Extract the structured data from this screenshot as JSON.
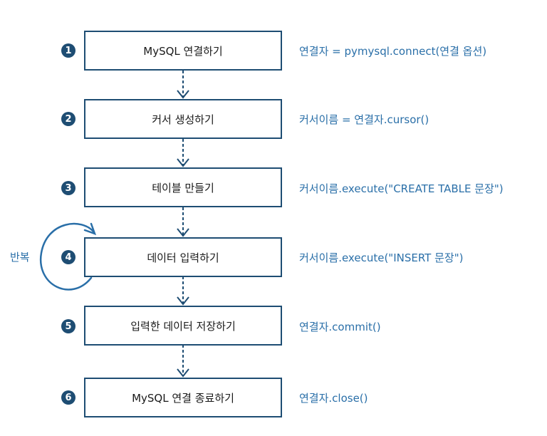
{
  "steps": [
    {
      "num": "1",
      "label": "MySQL 연결하기",
      "code": "연결자 = pymysql.connect(연결 옵션)"
    },
    {
      "num": "2",
      "label": "커서 생성하기",
      "code": "커서이름 = 연결자.cursor()"
    },
    {
      "num": "3",
      "label": "테이블 만들기",
      "code": "커서이름.execute(\"CREATE TABLE 문장\")"
    },
    {
      "num": "4",
      "label": "데이터 입력하기",
      "code": "커서이름.execute(\"INSERT 문장\")"
    },
    {
      "num": "5",
      "label": "입력한 데이터 저장하기",
      "code": "연결자.commit()"
    },
    {
      "num": "6",
      "label": "MySQL 연결 종료하기",
      "code": "연결자.close()"
    }
  ],
  "loop": {
    "label": "반복"
  },
  "colors": {
    "box_border": "#1e4d73",
    "code_text": "#2a6fa8",
    "badge": "#1e4d73"
  }
}
